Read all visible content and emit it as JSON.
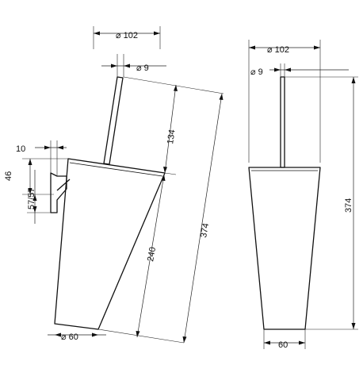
{
  "side_view": {
    "diameter_top": "⌀ 102",
    "diameter_handle": "⌀ 9",
    "offset_width": "10",
    "height_upper": "134",
    "height_lower": "240",
    "height_total": "374",
    "mount_height": "46",
    "mount_range": "57/57",
    "diameter_bottom": "⌀ 60"
  },
  "front_view": {
    "diameter_top": "⌀ 102",
    "diameter_handle": "⌀ 9",
    "height_total": "374",
    "width_bottom": "60"
  }
}
